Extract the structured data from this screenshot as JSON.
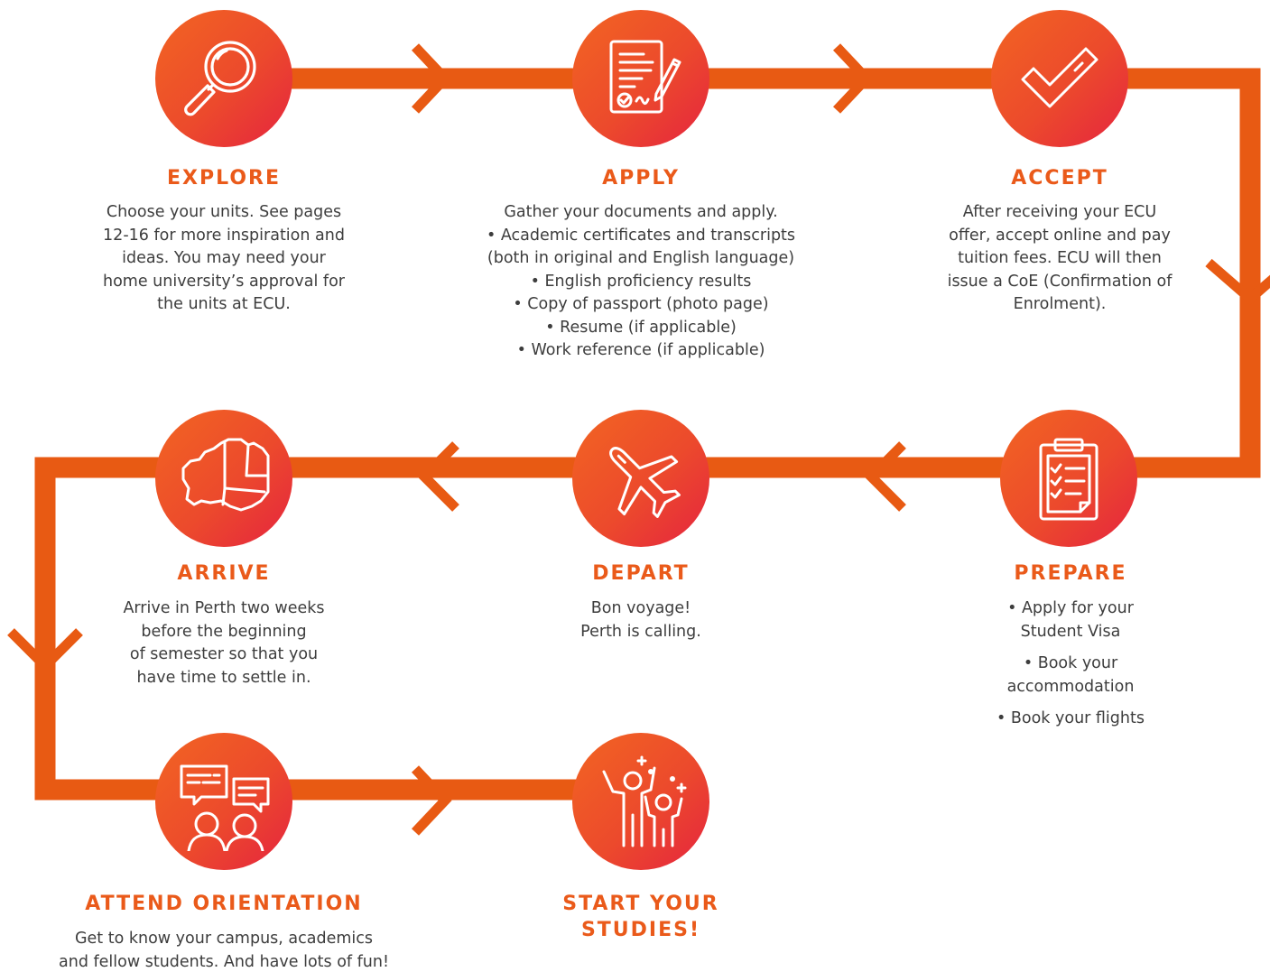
{
  "colors": {
    "path": "#e85a13",
    "accent_start": "#f26522",
    "accent_end": "#e5243f",
    "title": "#ea5a1a",
    "body_text": "#3d3d3d"
  },
  "steps": {
    "explore": {
      "icon": "magnifier-icon",
      "title": "EXPLORE",
      "lines": [
        "Choose your units. See pages",
        "12-16 for more inspiration and",
        "ideas. You may need your",
        "home university’s approval for",
        "the units at ECU."
      ]
    },
    "apply": {
      "icon": "signed-document-icon",
      "title": "APPLY",
      "lines": [
        "Gather your documents and apply.",
        "• Academic certificates and transcripts",
        "(both in original and English language)",
        "• English proficiency results",
        "• Copy of passport (photo page)",
        "• Resume (if applicable)",
        "• Work reference (if applicable)"
      ]
    },
    "accept": {
      "icon": "checkmark-icon",
      "title": "ACCEPT",
      "lines": [
        "After receiving your ECU",
        "offer, accept online and pay",
        "tuition fees. ECU will then",
        "issue a CoE (Confirmation of",
        "Enrolment)."
      ]
    },
    "prepare": {
      "icon": "clipboard-checklist-icon",
      "title": "PREPARE",
      "lines": [
        "• Apply for your",
        "Student Visa",
        "• Book your",
        "accommodation",
        "• Book your flights"
      ]
    },
    "depart": {
      "icon": "airplane-icon",
      "title": "DEPART",
      "lines": [
        "Bon voyage!",
        "Perth is calling."
      ]
    },
    "arrive": {
      "icon": "australia-map-icon",
      "title": "ARRIVE",
      "lines": [
        "Arrive in Perth two weeks",
        "before the beginning",
        "of semester so that you",
        "have time to settle in."
      ]
    },
    "orientation": {
      "icon": "people-speech-bubbles-icon",
      "title": "ATTEND ORIENTATION",
      "lines": [
        "Get to know your campus, academics",
        "and fellow students. And have lots of fun!"
      ]
    },
    "start": {
      "icon": "celebrating-people-icon",
      "title_lines": [
        "START YOUR",
        "STUDIES!"
      ]
    }
  }
}
